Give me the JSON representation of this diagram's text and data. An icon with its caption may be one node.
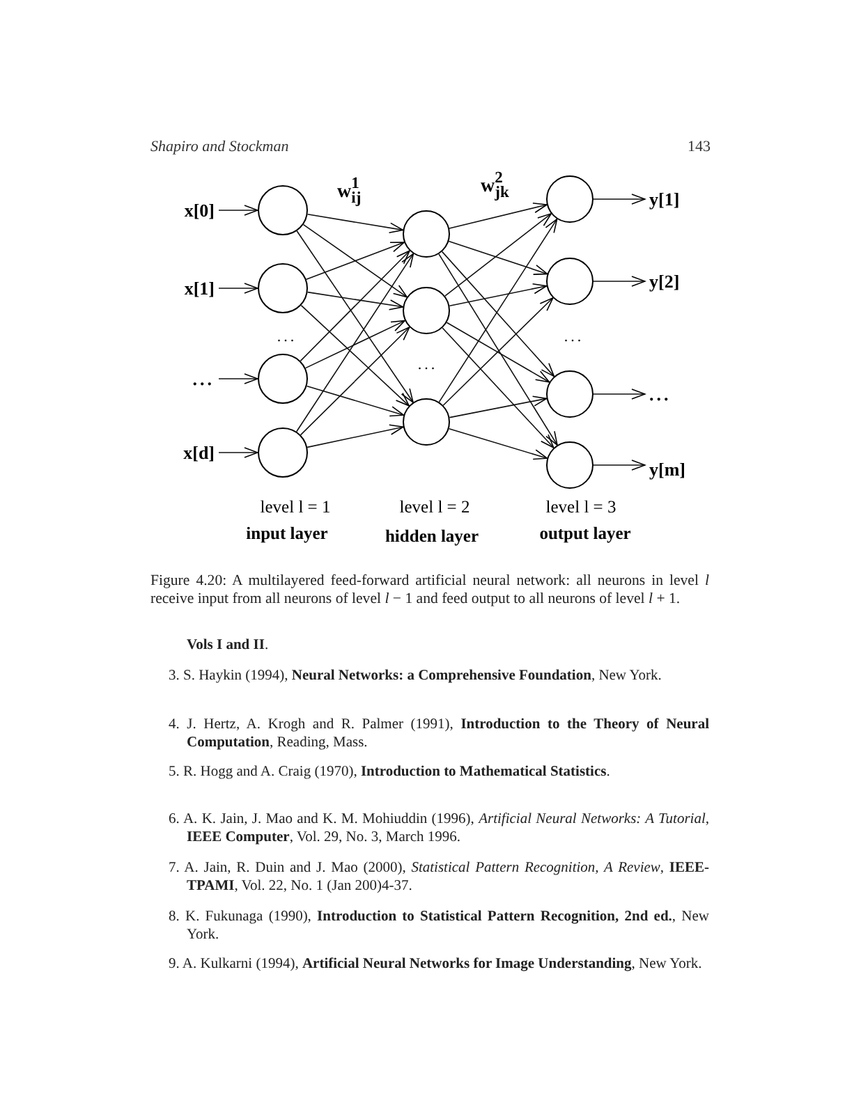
{
  "diagram": {
    "caption": "Figure 4.20: A multilayered feed-forward artificial neural network: all neurons in level *l* receive input from all neurons of level *l* − 1 and feed output to all neurons of level *l* + 1.",
    "nodes": [
      {
        "text": [
          "x[0]"
        ]
      },
      {
        "text": [
          "x[1]"
        ]
      },
      {
        "text": [
          "..."
        ]
      },
      {
        "text": [
          "x[d]"
        ]
      },
      {
        "text": [],
        "shape": "circle"
      },
      {
        "text": [],
        "shape": "circle"
      },
      {
        "text": [],
        "shape": "circle"
      },
      {
        "text": [],
        "shape": "circle"
      },
      {
        "text": [],
        "shape": "circle"
      },
      {
        "text": [],
        "shape": "circle"
      },
      {
        "text": [],
        "shape": "circle"
      },
      {
        "text": [],
        "shape": "circle"
      },
      {
        "text": [],
        "shape": "circle"
      },
      {
        "text": [],
        "shape": "circle"
      },
      {
        "text": [],
        "shape": "circle"
      },
      {
        "text": [
          "y[1]"
        ]
      },
      {
        "text": [
          "y[2]"
        ]
      },
      {
        "text": [
          "..."
        ]
      },
      {
        "text": [
          "y[m]"
        ]
      }
    ],
    "edges": [
      {
        "from": 0,
        "to": 4,
        "arrow": "to"
      },
      {
        "from": 1,
        "to": 5,
        "arrow": "to"
      },
      {
        "from": 2,
        "to": 6,
        "arrow": "to"
      },
      {
        "from": 3,
        "to": 7,
        "arrow": "to"
      },
      {
        "from": 4,
        "to": 8,
        "arrow": "to"
      },
      {
        "from": 4,
        "to": 9,
        "arrow": "to"
      },
      {
        "from": 4,
        "to": 10,
        "arrow": "to"
      },
      {
        "from": 5,
        "to": 8,
        "arrow": "to"
      },
      {
        "from": 5,
        "to": 9,
        "arrow": "to"
      },
      {
        "from": 5,
        "to": 10,
        "arrow": "to"
      },
      {
        "from": 6,
        "to": 8,
        "arrow": "to"
      },
      {
        "from": 6,
        "to": 9,
        "arrow": "to"
      },
      {
        "from": 6,
        "to": 10,
        "arrow": "to"
      },
      {
        "from": 7,
        "to": 8,
        "arrow": "to"
      },
      {
        "from": 7,
        "to": 9,
        "arrow": "to"
      },
      {
        "from": 7,
        "to": 10,
        "arrow": "to"
      },
      {
        "from": 8,
        "to": 11,
        "arrow": "to"
      },
      {
        "from": 8,
        "to": 12,
        "arrow": "to"
      },
      {
        "from": 8,
        "to": 13,
        "arrow": "to"
      },
      {
        "from": 8,
        "to": 14,
        "arrow": "to"
      },
      {
        "from": 9,
        "to": 11,
        "arrow": "to"
      },
      {
        "from": 9,
        "to": 12,
        "arrow": "to"
      },
      {
        "from": 9,
        "to": 13,
        "arrow": "to"
      },
      {
        "from": 9,
        "to": 14,
        "arrow": "to"
      },
      {
        "from": 10,
        "to": 11,
        "arrow": "to"
      },
      {
        "from": 10,
        "to": 12,
        "arrow": "to"
      },
      {
        "from": 10,
        "to": 13,
        "arrow": "to"
      },
      {
        "from": 10,
        "to": 14,
        "arrow": "to"
      },
      {
        "from": 11,
        "to": 15,
        "arrow": "to"
      },
      {
        "from": 12,
        "to": 16,
        "arrow": "to"
      },
      {
        "from": 13,
        "to": 17,
        "arrow": "to"
      },
      {
        "from": 14,
        "to": 18,
        "arrow": "to"
      }
    ],
    "labels": [
      "Shapiro and Stockman",
      "143",
      "w$^{1}$$_{ij}$",
      "w$^{2}$$_{jk}$",
      "...",
      "...",
      "...",
      "level l = 1",
      "level l = 2",
      "level l = 3",
      "input layer",
      "hidden layer",
      "output layer",
      "**Vols I and II**.",
      "3. S. Haykin (1994), **Neural Networks: a Comprehensive Foundation**, New York.",
      "4. J. Hertz, A. Krogh and R. Palmer (1991), **Introduction to the Theory of Neural Computation**, Reading, Mass.",
      "5. R. Hogg and A. Craig (1970), **Introduction to Mathematical Statistics**.",
      "6. A. K. Jain, J. Mao and K. M. Mohiuddin (1996), *Artificial Neural Networks: A Tutorial*, **IEEE Computer**, Vol. 29, No. 3, March 1996.",
      "7. A. Jain, R. Duin and J. Mao (2000), *Statistical Pattern Recognition, A Review*, **IEEE-TPAMI**, Vol. 22, No. 1 (Jan 200)4-37.",
      "8. K. Fukunaga (1990), **Introduction to Statistical Pattern Recognition, 2nd ed.**, New York.",
      "9. A. Kulkarni (1994), **Artificial Neural Networks for Image Understanding**, New York."
    ]
  }
}
